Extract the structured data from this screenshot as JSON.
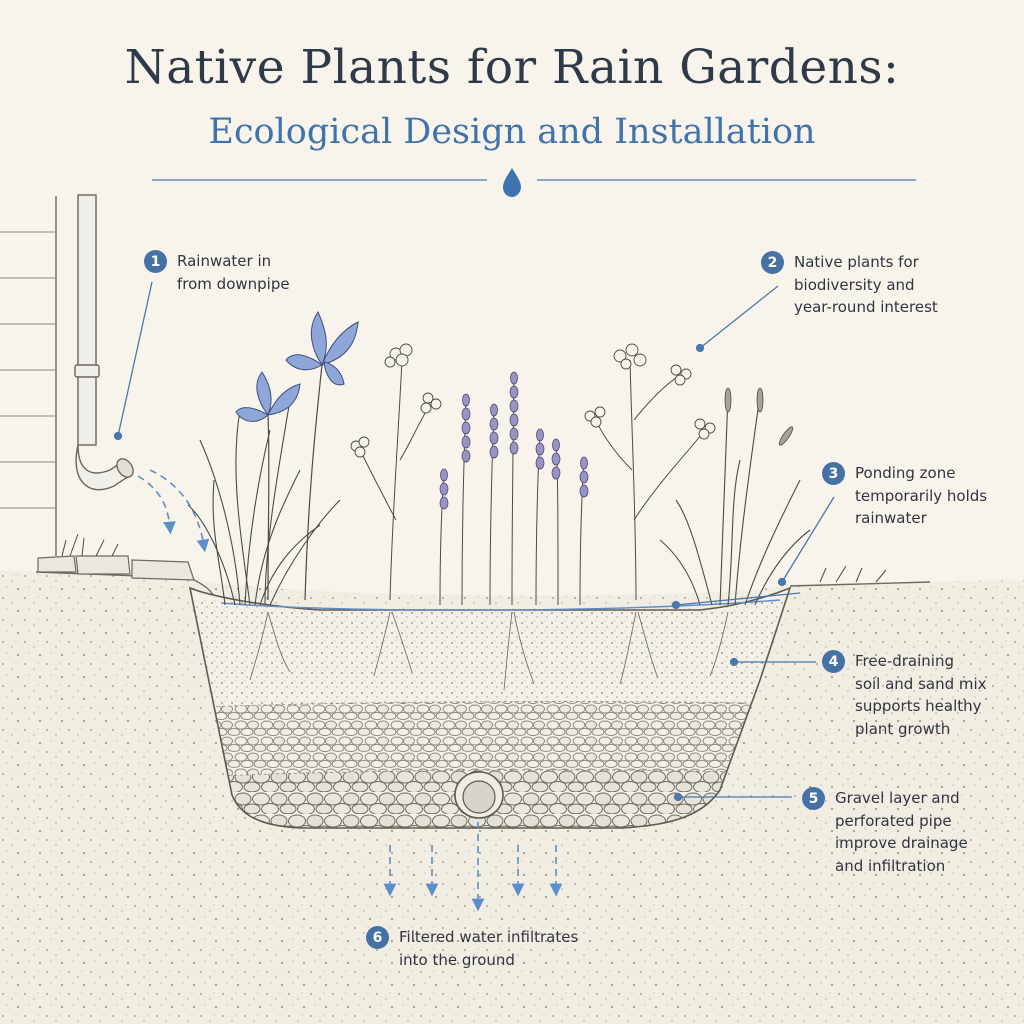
{
  "title": "Native Plants for Rain Gardens:",
  "subtitle": "Ecological Design and Installation",
  "colors": {
    "background": "#f8f4ec",
    "title": "#2f3a49",
    "accent": "#3f73ad",
    "badge": "#4671a4",
    "water": "#5b8fc9",
    "iris": "#8fa6d8",
    "lavender": "#9a94c4"
  },
  "divider_icon": "water-drop-icon",
  "callouts": [
    {
      "number": "1",
      "text": "Rainwater in\nfrom downpipe"
    },
    {
      "number": "2",
      "text": "Native plants for\nbiodiversity and\nyear-round interest"
    },
    {
      "number": "3",
      "text": "Ponding zone\ntemporarily holds\nrainwater"
    },
    {
      "number": "4",
      "text": "Free-draining\nsoil and sand mix\nsupports healthy\nplant growth"
    },
    {
      "number": "5",
      "text": "Gravel layer and\nperforated pipe\nimprove drainage\nand infiltration"
    },
    {
      "number": "6",
      "text": "Filtered water infiltrates\ninto the ground"
    }
  ]
}
